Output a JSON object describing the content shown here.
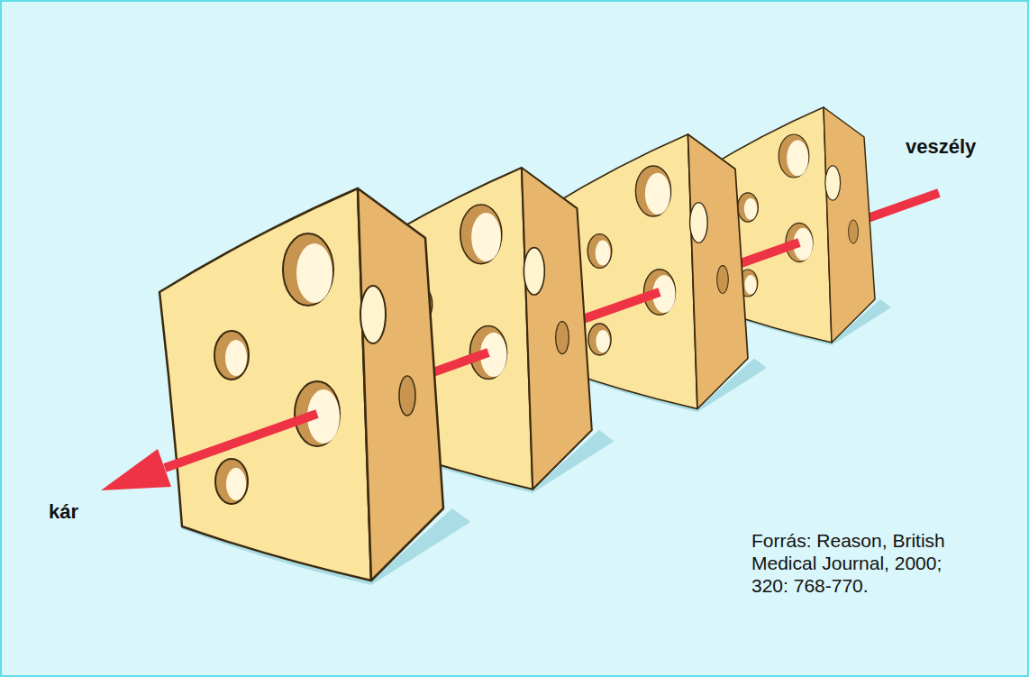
{
  "diagram": {
    "labels": [
      "veszély",
      "kár",
      "Forrás: Reason, British Medical Journal, 2000; 320: 768-770."
    ]
  }
}
